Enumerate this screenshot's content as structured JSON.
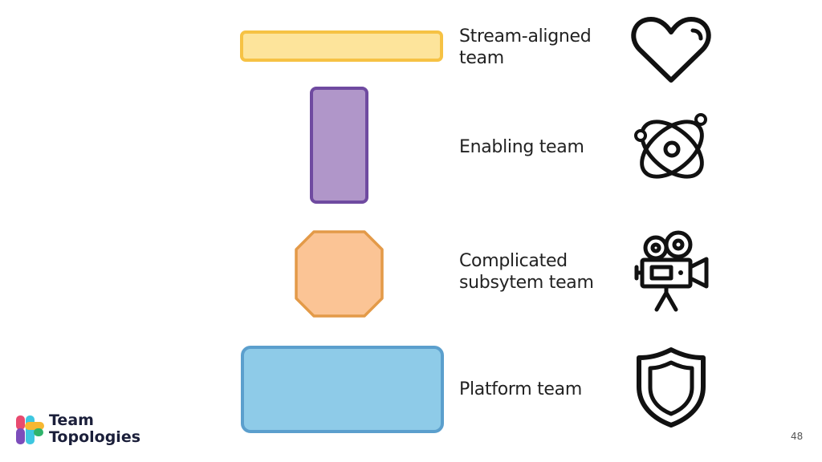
{
  "teams": [
    {
      "label": "Stream-aligned\nteam",
      "icon": "heart-icon",
      "fill": "#fde49b",
      "stroke": "#f6c244"
    },
    {
      "label": "Enabling team",
      "icon": "atom-icon",
      "fill": "#b096c9",
      "stroke": "#6f4aa0"
    },
    {
      "label": "Complicated\nsubsytem team",
      "icon": "movie-camera-icon",
      "fill": "#fbc495",
      "stroke": "#e39a48"
    },
    {
      "label": "Platform team",
      "icon": "shield-icon",
      "fill": "#8ecbe8",
      "stroke": "#5b9fcd"
    }
  ],
  "brand": {
    "name": "Team\nTopologies"
  },
  "page_number": "48"
}
